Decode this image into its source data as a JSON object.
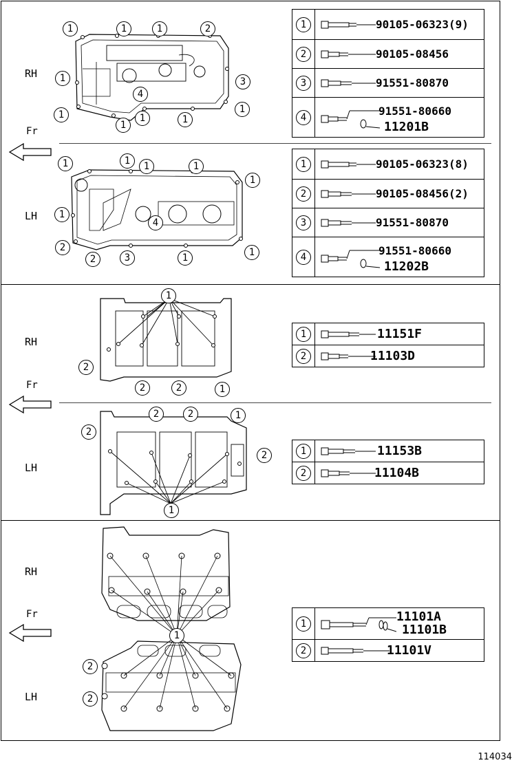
{
  "figure_number": "114034",
  "sections": [
    {
      "id": "head-cover",
      "groups": [
        {
          "side": "RH",
          "callouts": [
            "1",
            "1",
            "1",
            "2",
            "1",
            "3",
            "4",
            "1",
            "1",
            "1",
            "1",
            "1"
          ],
          "rows": [
            {
              "index": "1",
              "part": "90105-06323(9)"
            },
            {
              "index": "2",
              "part": "90105-08456"
            },
            {
              "index": "3",
              "part": "91551-80870"
            },
            {
              "index": "4",
              "part": "91551-80660",
              "part2": "11201B"
            }
          ]
        },
        {
          "side": "LH",
          "callouts": [
            "1",
            "1",
            "1",
            "1",
            "1",
            "1",
            "4",
            "2",
            "2",
            "3",
            "1",
            "1"
          ],
          "rows": [
            {
              "index": "1",
              "part": "90105-06323(8)"
            },
            {
              "index": "2",
              "part": "90105-08456(2)"
            },
            {
              "index": "3",
              "part": "91551-80870"
            },
            {
              "index": "4",
              "part": "91551-80660",
              "part2": "11202B"
            }
          ]
        }
      ],
      "fr_label": "Fr"
    },
    {
      "id": "camshaft-housing",
      "groups": [
        {
          "side": "RH",
          "callouts": [
            "1",
            "2",
            "2",
            "2",
            "1"
          ],
          "rows": [
            {
              "index": "1",
              "part": "11151F"
            },
            {
              "index": "2",
              "part": "11103D"
            }
          ]
        },
        {
          "side": "LH",
          "callouts": [
            "2",
            "2",
            "2",
            "1",
            "2",
            "1"
          ],
          "rows": [
            {
              "index": "1",
              "part": "11153B"
            },
            {
              "index": "2",
              "part": "11104B"
            }
          ]
        }
      ],
      "fr_label": "Fr"
    },
    {
      "id": "cylinder-head",
      "groups": [
        {
          "side": "RH",
          "callouts": [
            "1"
          ]
        },
        {
          "side": "LH",
          "callouts": [
            "2",
            "2"
          ]
        }
      ],
      "rows": [
        {
          "index": "1",
          "part": "11101A",
          "part2": "11101B"
        },
        {
          "index": "2",
          "part": "11101V"
        }
      ],
      "fr_label": "Fr"
    }
  ]
}
